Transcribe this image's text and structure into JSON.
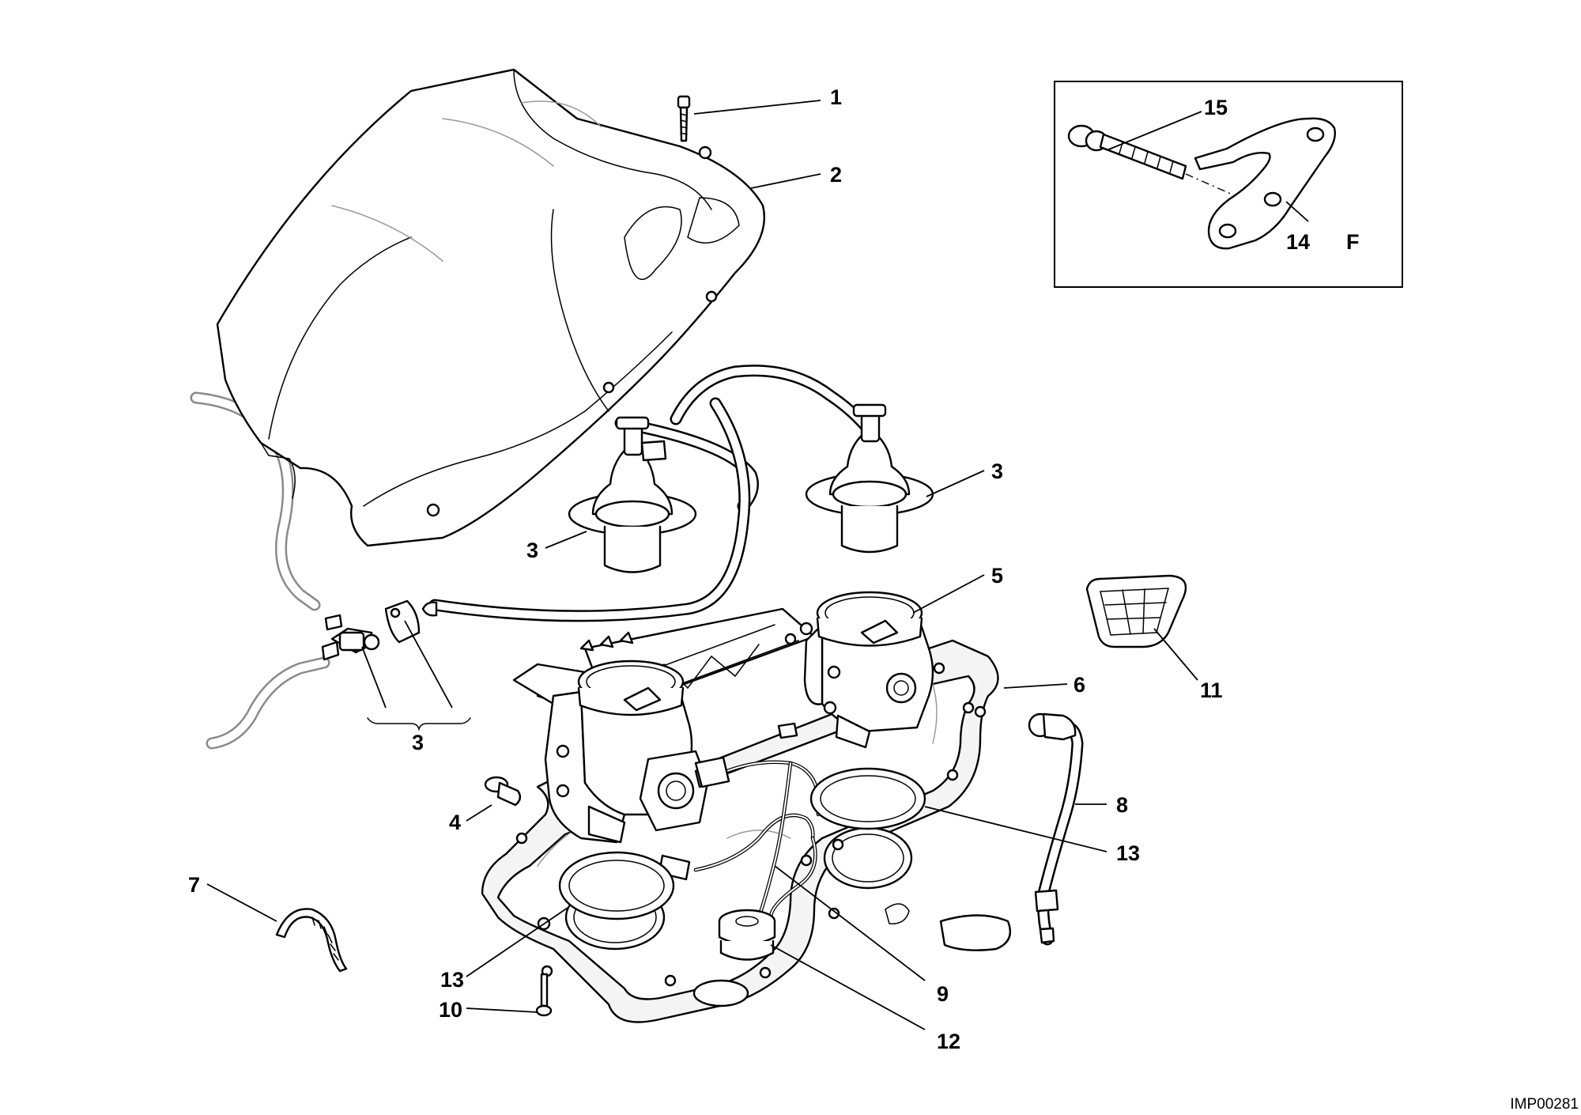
{
  "drawing_code": "IMP00281",
  "detail_view": {
    "letter": "F"
  },
  "callouts": [
    {
      "id": "c1",
      "text": "1"
    },
    {
      "id": "c2",
      "text": "2"
    },
    {
      "id": "c3a",
      "text": "3"
    },
    {
      "id": "c3b",
      "text": "3"
    },
    {
      "id": "c3c",
      "text": "3"
    },
    {
      "id": "c4",
      "text": "4"
    },
    {
      "id": "c5",
      "text": "5"
    },
    {
      "id": "c6",
      "text": "6"
    },
    {
      "id": "c7",
      "text": "7"
    },
    {
      "id": "c8",
      "text": "8"
    },
    {
      "id": "c9",
      "text": "9"
    },
    {
      "id": "c10",
      "text": "10"
    },
    {
      "id": "c11",
      "text": "11"
    },
    {
      "id": "c12",
      "text": "12"
    },
    {
      "id": "c13a",
      "text": "13"
    },
    {
      "id": "c13b",
      "text": "13"
    },
    {
      "id": "c14",
      "text": "14"
    },
    {
      "id": "c15",
      "text": "15"
    }
  ]
}
